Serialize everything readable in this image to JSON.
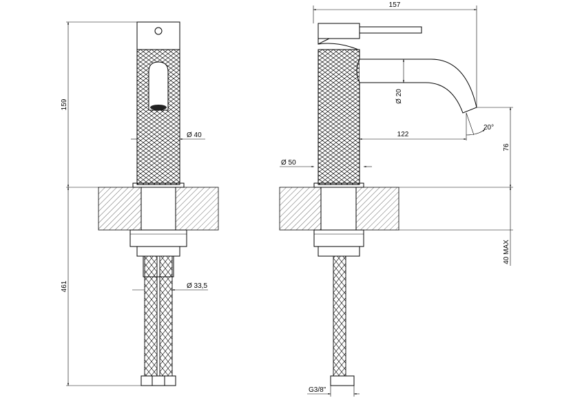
{
  "dimensions": {
    "height_above_deck": "159",
    "height_below_deck": "461",
    "body_diameter_front": "Ø 40",
    "hose_diameter": "Ø 33,5",
    "total_length": "157",
    "spout_diameter": "Ø 20",
    "spout_projection": "122",
    "base_diameter": "Ø 50",
    "spout_angle": "20°",
    "spout_height": "76",
    "deck_thickness": "40 MAX",
    "connection_thread": "G3/8\""
  }
}
